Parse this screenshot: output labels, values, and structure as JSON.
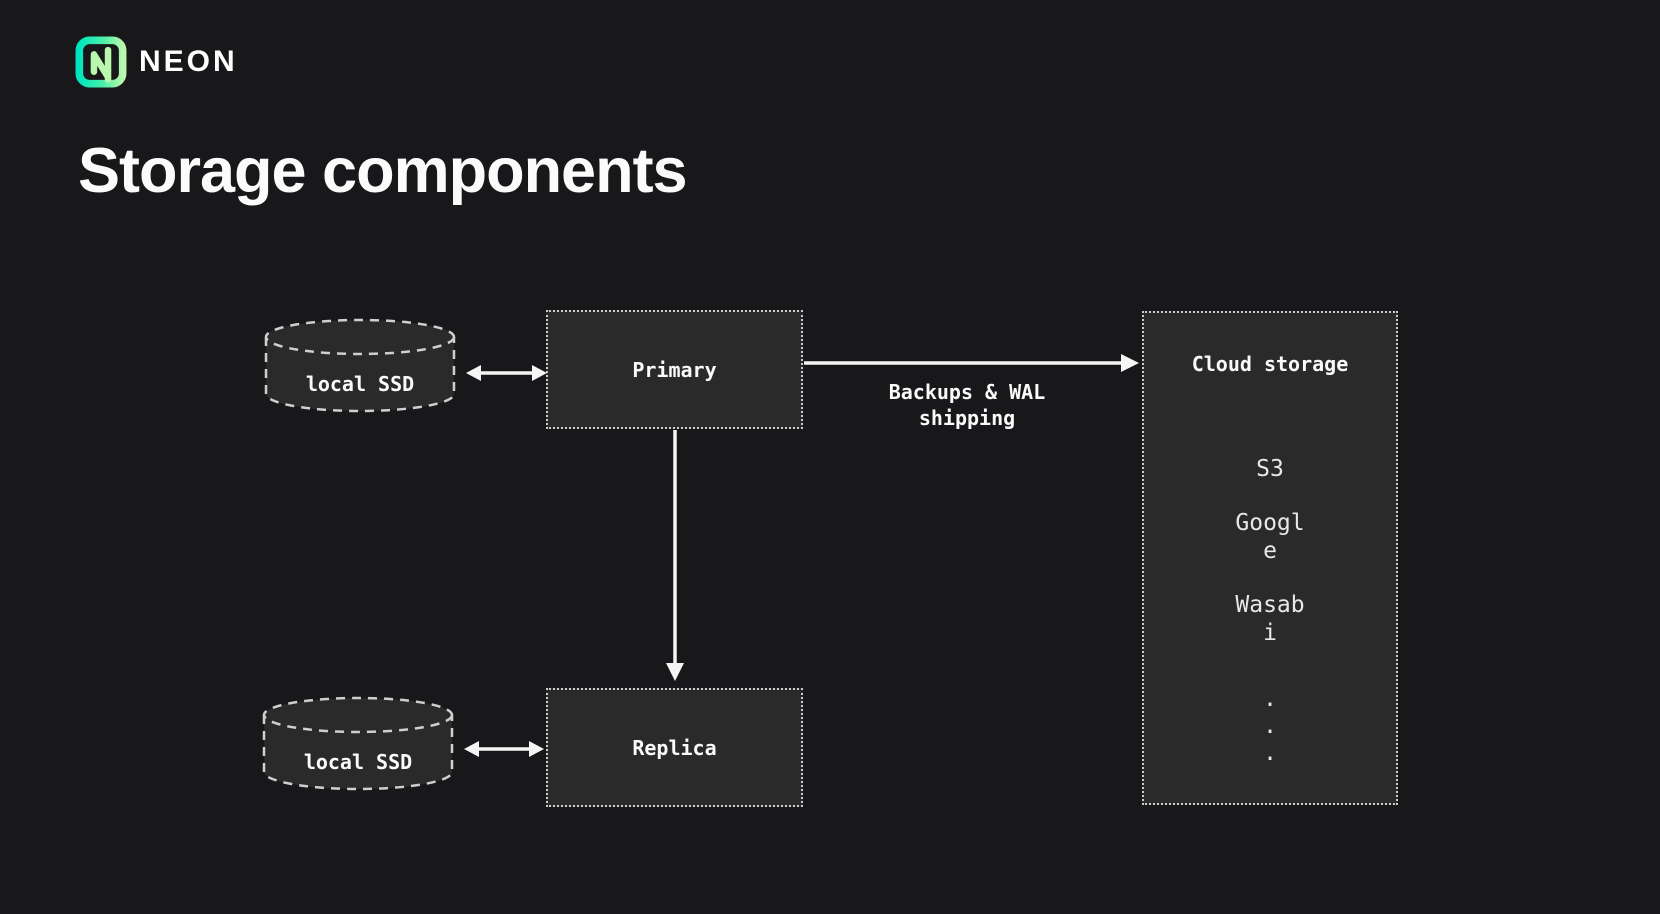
{
  "header": {
    "wordmark": "NEON"
  },
  "title": "Storage components",
  "colors": {
    "background": "#18181b",
    "panel": "#2a2a2b",
    "border": "#cccccc",
    "text": "#f2f2f2",
    "arrow": "#f5f5f5",
    "logo_teal": "#00e5bf",
    "logo_green": "#b9f7ad"
  },
  "diagram": {
    "ssd_top": {
      "label": "local SSD"
    },
    "ssd_bottom": {
      "label": "local SSD"
    },
    "primary": {
      "label": "Primary"
    },
    "replica": {
      "label": "Replica"
    },
    "cloud": {
      "title": "Cloud storage",
      "providers": [
        "S3",
        "Google",
        "Wasabi"
      ],
      "ellipsis": [
        ".",
        ".",
        "."
      ]
    },
    "backups_label": "Backups & WAL shipping"
  }
}
